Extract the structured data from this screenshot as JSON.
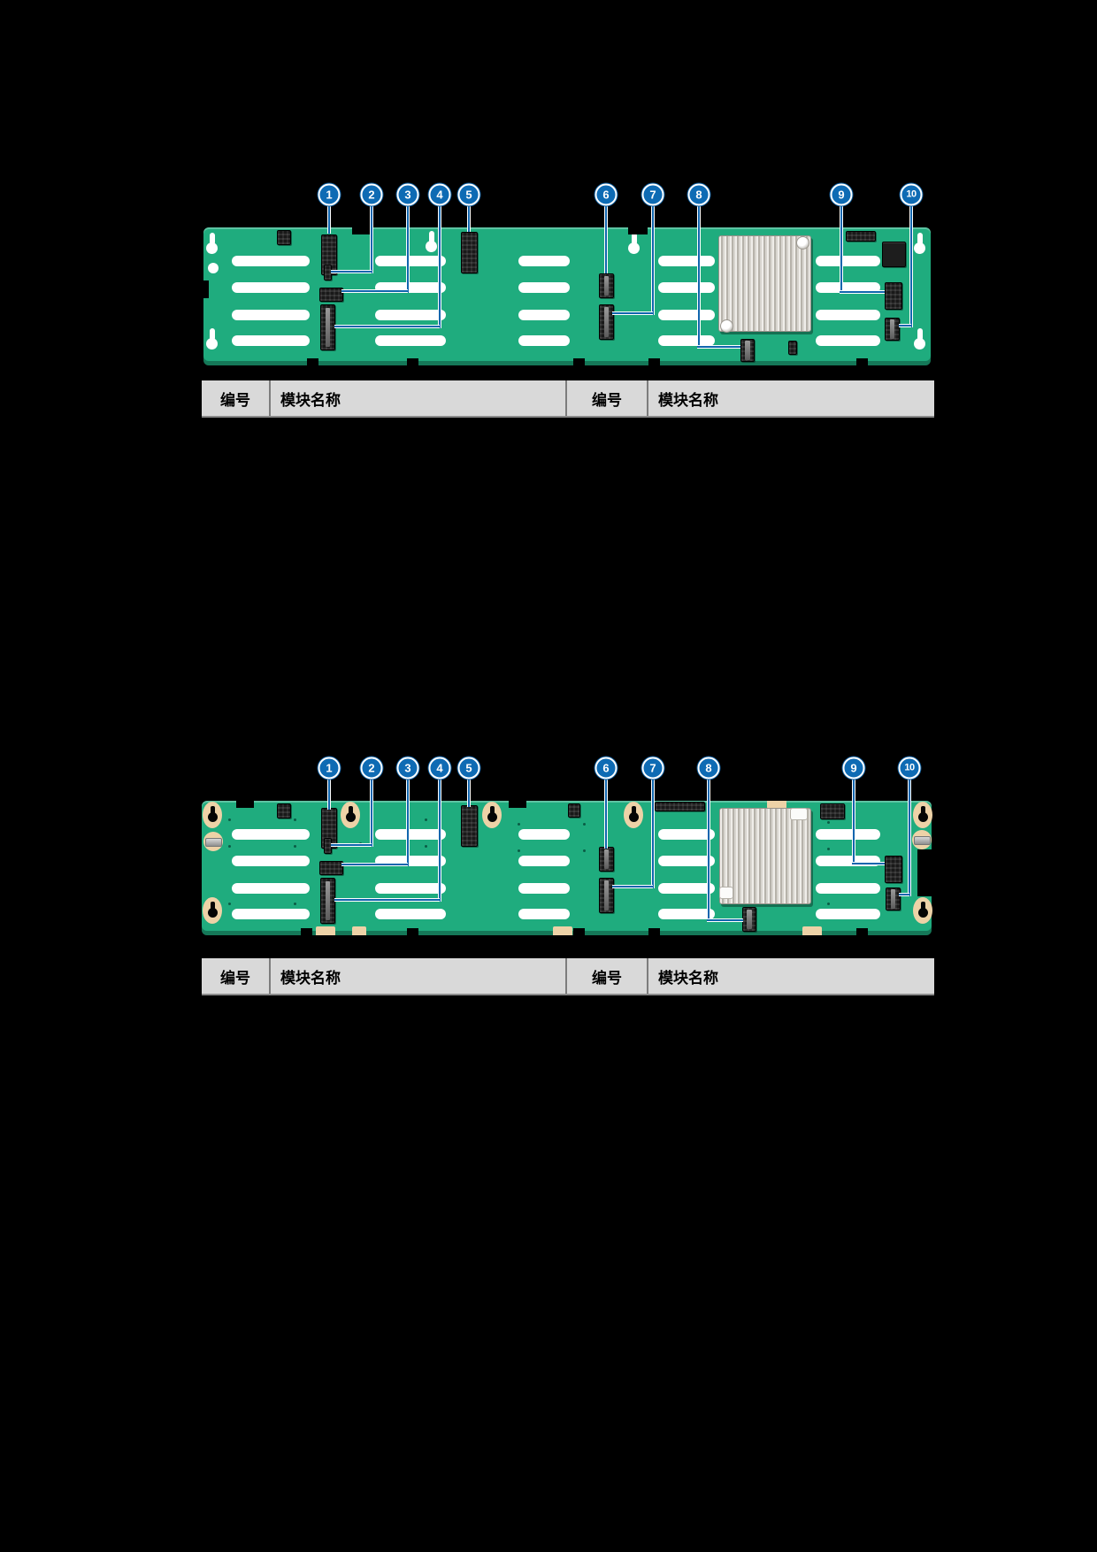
{
  "callout_labels": [
    "1",
    "2",
    "3",
    "4",
    "5",
    "6",
    "7",
    "8",
    "9",
    "10"
  ],
  "table": {
    "headers": [
      "编号",
      "模块名称",
      "编号",
      "模块名称"
    ]
  },
  "colors": {
    "green": "#1fac7e",
    "blue": "#0e6bb4",
    "leader": "#1166ae",
    "tan": "#edd2a7",
    "tablebg": "#d9d9d9"
  }
}
